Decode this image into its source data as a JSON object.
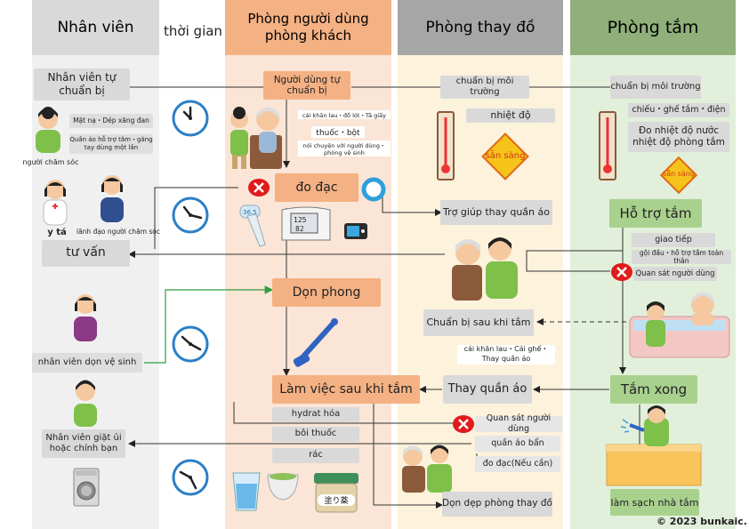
{
  "columns": {
    "staff": "Nhân viên",
    "time": "thời gian",
    "user_room": "Phòng người dùng phòng khách",
    "changing_room": "Phòng thay đồ",
    "bathroom": "Phòng tắm"
  },
  "staff": {
    "self_prep": "Nhân viên tự chuẩn bị",
    "caregiver_label": "người chăm sóc",
    "caregiver_tip1": "Mặt nạ・Dép xăng đan",
    "caregiver_tip2": "Quần áo hỗ trợ tắm・găng tay dùng một lần",
    "nurse_label": "y tá",
    "leader_label": "lãnh đạo người chăm sóc",
    "consult": "tư vấn",
    "cleaner_label": "nhân viên dọn vệ sinh",
    "laundry": "Nhân viên giặt ủi hoặc chính bạn"
  },
  "user_room": {
    "self_prep": "Người dùng tự chuẩn bị",
    "items1": "cái khăn lau・đồ lót・Tã giấy",
    "items2": "thuốc・bột",
    "items3": "nói chuyện với người dùng・phòng vệ sinh",
    "measure": "đo đạc",
    "clean": "Dọn phong",
    "after_bath": "Làm việc sau khi tắm",
    "hydrate": "hydrat hóa",
    "medicine": "bôi thuốc",
    "trash": "rác",
    "jar_label": "塗り薬"
  },
  "changing_room": {
    "env_prep": "chuẩn bị môi trường",
    "temperature": "nhiệt độ",
    "ready": "sẵn sàng",
    "help_undress": "Trợ giúp thay quần áo",
    "prep_after": "Chuẩn bị sau khi tắm",
    "prep_items": "cái khăn lau・Cái ghế・Thay quần áo",
    "change_clothes": "Thay quần áo",
    "observe": "Quan sát người dùng",
    "dirty_clothes": "quần áo bẩn",
    "measure_if": "đo đạc(Nếu cần)",
    "cleanup": "Dọn dẹp phòng thay đồ"
  },
  "bathroom": {
    "env_prep": "chuẩn bị môi trường",
    "items": "chiếu・ghế tắm・điện",
    "measure_temp": "Đo nhiệt độ nước nhiệt độ phòng tắm",
    "ready": "sẵn sàng",
    "assist": "Hỗ trợ tắm",
    "communicate": "giao tiếp",
    "wash": "gội đầu・hỗ trợ tắm toàn thân",
    "observe": "Quan sát người dùng",
    "done": "Tắm xong",
    "clean": "làm sạch nhà tắm"
  },
  "copyright": "© 2023 bunkaic.",
  "colors": {
    "staff_bg": "#f0f0f0",
    "user_bg": "#fbe5d6",
    "changing_bg": "#fdf2dc",
    "bath_bg": "#e2efda",
    "staff_head": "#d9d9d9",
    "user_head": "#f4b183",
    "changing_head": "#a6a6a6",
    "bath_head": "#8fb07a"
  }
}
